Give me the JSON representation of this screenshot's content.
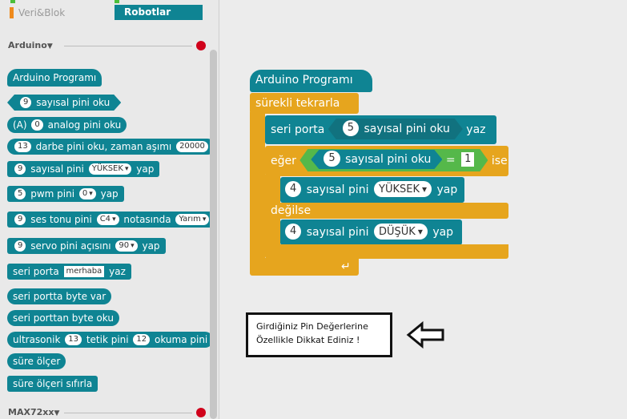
{
  "palette": {
    "categories": [
      {
        "label": "Veri&Blok",
        "color": "#ef8a1c",
        "selected": false
      },
      {
        "label": "Robotlar",
        "color": "#0f8493",
        "selected": true
      }
    ],
    "sections": [
      {
        "label": "Arduino"
      },
      {
        "label": "MAX72xx"
      }
    ],
    "blocks": {
      "arduino_program": "Arduino Programı",
      "digital_read": {
        "pin": "9",
        "text": "sayısal pini oku"
      },
      "analog_read": {
        "prefix": "(A)",
        "pin": "0",
        "text": "analog pini oku"
      },
      "pulse_read": {
        "pin": "13",
        "text": "darbe pini oku, zaman aşımı",
        "timeout": "20000"
      },
      "digital_write": {
        "pin": "9",
        "text": "sayısal pini",
        "value": "YÜKSEK",
        "suffix": "yap"
      },
      "pwm_write": {
        "pin": "5",
        "text": "pwm pini",
        "value": "0",
        "suffix": "yap"
      },
      "tone": {
        "pin": "9",
        "text": "ses tonu pini",
        "note": "C4",
        "text2": "notasında",
        "beat": "Yarım"
      },
      "servo": {
        "pin": "9",
        "text": "servo pini açısını",
        "angle": "90",
        "suffix": "yap"
      },
      "serial_write": {
        "text": "seri porta",
        "value": "merhaba",
        "suffix": "yaz"
      },
      "serial_write_byte": "seri portta byte var",
      "serial_read_byte": "seri porttan byte oku",
      "ultrasonic": {
        "text": "ultrasonik",
        "trig": "13",
        "text2": "tetik pini",
        "echo": "12",
        "text3": "okuma pini"
      },
      "timer": "süre ölçer",
      "timer_reset": "süre ölçeri sıfırla"
    }
  },
  "script": {
    "hat": "Arduino Programı",
    "forever": "sürekli tekrarla",
    "serial_write": {
      "text": "seri porta",
      "pin": "5",
      "inner": "sayısal pini oku",
      "suffix": "yaz"
    },
    "if": {
      "label": "eğer",
      "pin": "5",
      "inner": "sayısal pini oku",
      "op": "=",
      "value": "1",
      "suffix": "ise"
    },
    "then_write": {
      "pin": "4",
      "text": "sayısal pini",
      "value": "YÜKSEK",
      "suffix": "yap"
    },
    "else": "değilse",
    "else_write": {
      "pin": "4",
      "text": "sayısal pini",
      "value": "DÜŞÜK",
      "suffix": "yap"
    }
  },
  "note": {
    "line1": "Girdiğiniz Pin Değerlerine",
    "line2": "Özellikle Dikkat Ediniz !"
  }
}
